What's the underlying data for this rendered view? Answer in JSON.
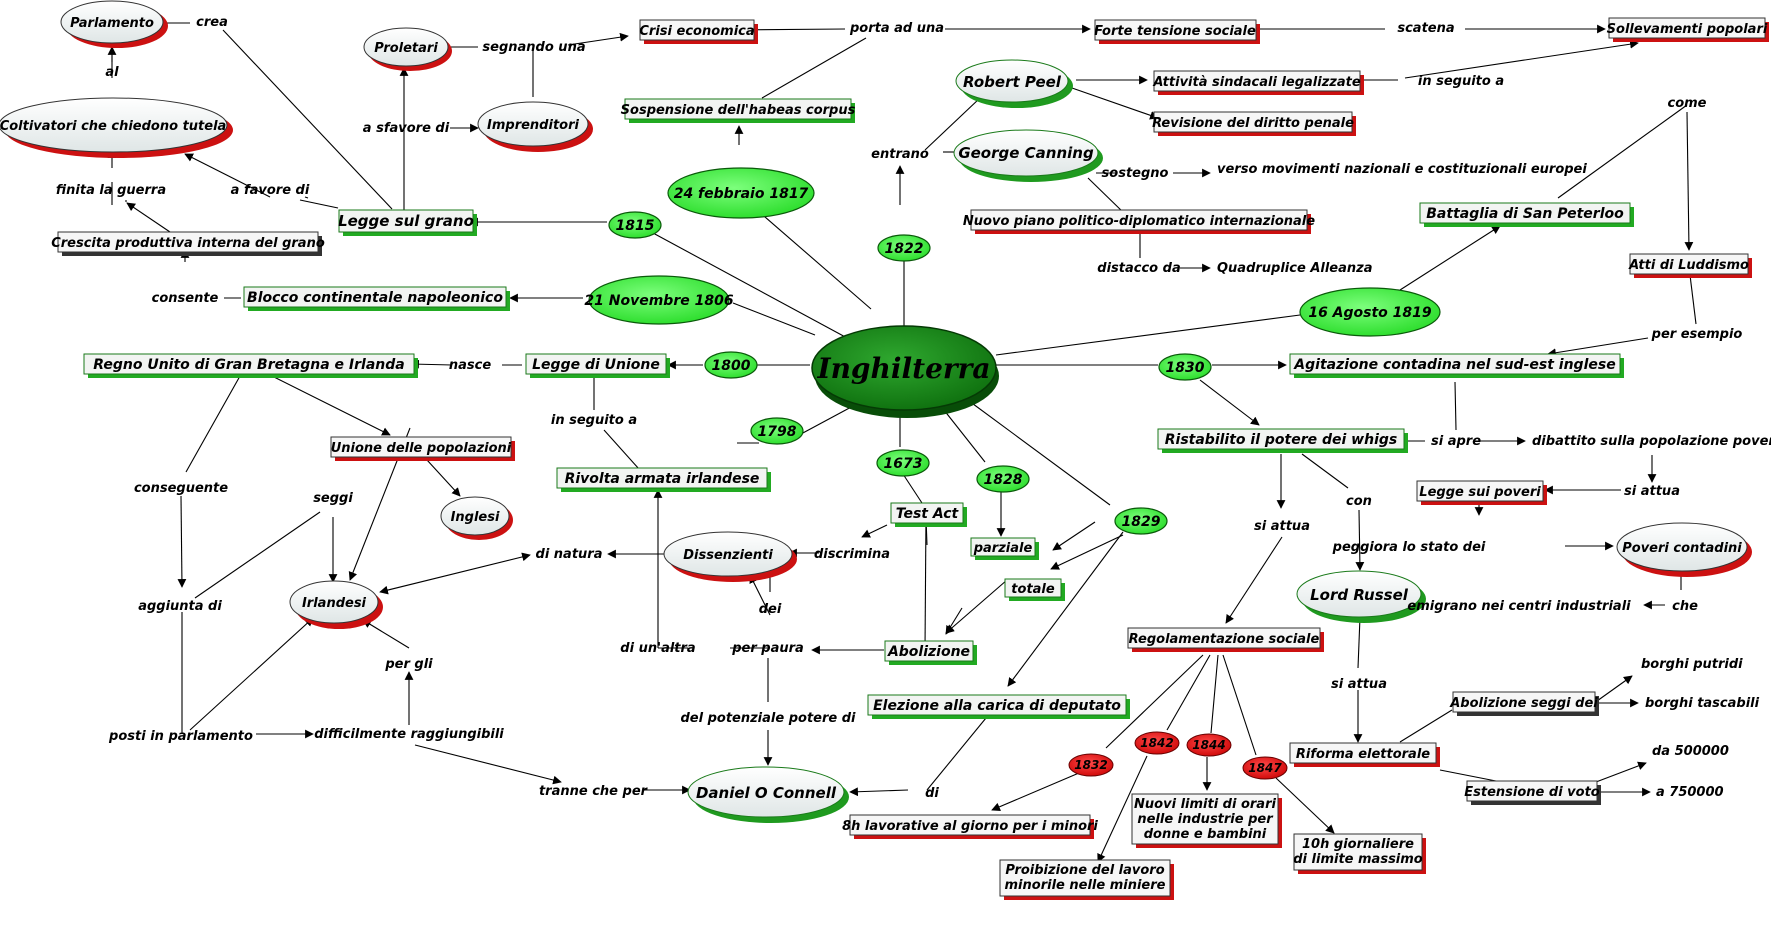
{
  "colors": {
    "green_dark": "#1a8a1a",
    "green_light": "#33ee33",
    "red": "#dd1111",
    "box_bg": "#f2f4f2",
    "oval_bg": "#f0f4f4"
  },
  "nodes": {
    "center": "Inghilterra",
    "parlamento": "Parlamento",
    "coltivatori": "Coltivatori che chiedono tutela",
    "proletari": "Proletari",
    "imprenditori": "Imprenditori",
    "crisi": "Crisi economica",
    "forte_tensione": "Forte tensione sociale",
    "sollevamenti": "Sollevamenti popolari",
    "sospensione": "Sospensione dell'habeas corpus",
    "robert_peel": "Robert Peel",
    "attivita_sindacali": "Attività sindacali legalizzate",
    "revisione_penale": "Revisione del diritto penale",
    "george_canning": "George Canning",
    "nuovo_piano": "Nuovo piano politico-diplomatico internazionale",
    "battaglia": "Battaglia di San Peterloo",
    "atti_luddismo": "Atti di Luddismo",
    "legge_grano": "Legge sul grano",
    "crescita": "Crescita produttiva interna del grano",
    "blocco": "Blocco continentale napoleonico",
    "regno_unito": "Regno Unito di Gran Bretagna e Irlanda",
    "legge_unione": "Legge di Unione",
    "unione_popolazioni": "Unione delle popolazioni",
    "inglesi": "Inglesi",
    "irlandesi": "Irlandesi",
    "rivolta": "Rivolta armata irlandese",
    "dissenzienti": "Dissenzienti",
    "test_act": "Test Act",
    "parziale": "parziale",
    "totale": "totale",
    "abolizione": "Abolizione",
    "elezione": "Elezione alla carica di deputato",
    "daniel": "Daniel O Connell",
    "agitazione": "Agitazione contadina nel sud-est inglese",
    "ristabilito": "Ristabilito il potere dei whigs",
    "legge_poveri": "Legge sui poveri",
    "poveri_contadini": "Poveri contadini",
    "lord_russel": "Lord Russel",
    "regolamentazione": "Regolamentazione sociale",
    "ore8": "8h lavorative al giorno per i minori",
    "proibizione_1": "Proibizione del lavoro",
    "proibizione_2": "minorile nelle miniere",
    "nuovi_limiti_1": "Nuovi limiti di orari",
    "nuovi_limiti_2": "nelle industrie per",
    "nuovi_limiti_3": "donne e bambini",
    "ore10_1": "10h giornaliere",
    "ore10_2": "di limite massimo",
    "riforma": "Riforma elettorale",
    "abolizione_seggi": "Abolizione seggi dei",
    "estensione": "Estensione di voto"
  },
  "years": {
    "y1815": "1815",
    "y1806": "21 Novembre 1806",
    "y1817": "24 febbraio 1817",
    "y1822": "1822",
    "y1819": "16 Agosto 1819",
    "y1800": "1800",
    "y1798": "1798",
    "y1673": "1673",
    "y1828": "1828",
    "y1829": "1829",
    "y1830": "1830",
    "y1832": "1832",
    "y1842": "1842",
    "y1844": "1844",
    "y1847": "1847"
  },
  "labels": {
    "crea": "crea",
    "al": "al",
    "finita_guerra": "finita la guerra",
    "a_favore_di": "a favore di",
    "a_sfavore_di": "a sfavore di",
    "segnando_una": "segnando una",
    "porta_ad_una": "porta ad una",
    "scatena": "scatena",
    "in_seguito_a_1": "in seguito a",
    "entrano": "entrano",
    "sostegno": "sostegno",
    "verso_movimenti": "verso movimenti nazionali e costituzionali europei",
    "distacco_da": "distacco da",
    "quadruplice": "Quadruplice Alleanza",
    "come": "come",
    "per_esempio": "per esempio",
    "consente": "consente",
    "nasce": "nasce",
    "in_seguito_a_2": "in seguito a",
    "conseguente": "conseguente",
    "seggi": "seggi",
    "aggiunta_di": "aggiunta di",
    "di_natura": "di natura",
    "discrimina": "discrimina",
    "dei": "dei",
    "di_unaltra": "di un'altra",
    "per_paura": "per paura",
    "per_gli": "per gli",
    "posti_parlamento": "posti in parlamento",
    "difficilmente": "difficilmente raggiungibili",
    "del_potenziale": "del potenziale potere di",
    "tranne_che_per": "tranne che per",
    "di": "di",
    "si_apre": "si apre",
    "dibattito": "dibattito sulla popolazione povera",
    "si_attua_1": "si attua",
    "peggiora": "peggiora lo stato dei",
    "emigrano": "emigrano nei centri industriali",
    "che": "che",
    "si_attua_2": "si attua",
    "con": "con",
    "si_attua_3": "si attua",
    "borghi_putridi": "borghi putridi",
    "borghi_tascabili": "borghi tascabili",
    "da_500000": "da 500000",
    "a_750000": "a 750000"
  }
}
